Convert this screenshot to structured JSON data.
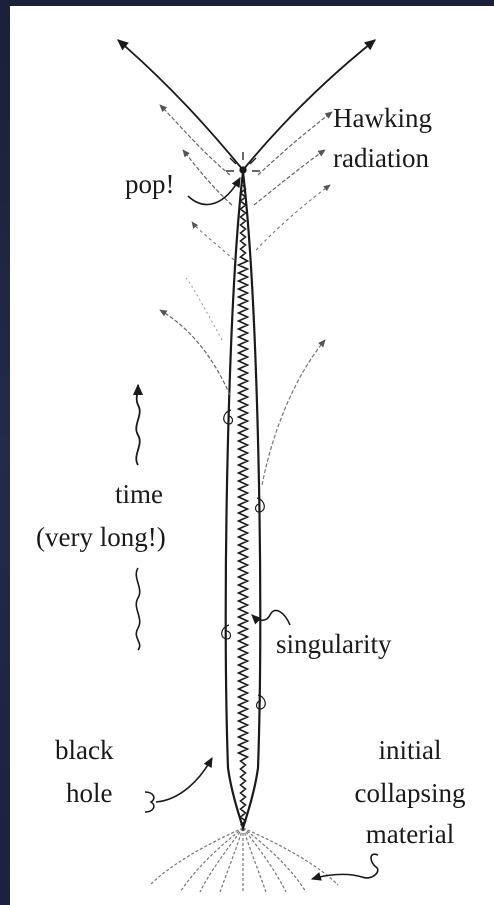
{
  "labels": {
    "hawking_line1": "Hawking",
    "hawking_line2": "radiation",
    "pop": "pop!",
    "time_line1": "time",
    "time_line2": "(very long!)",
    "singularity": "singularity",
    "black_line1": "black",
    "black_line2": "hole",
    "initial_line1": "initial",
    "initial_line2": "collapsing",
    "initial_line3": "material"
  },
  "colors": {
    "frame": "#1d2340",
    "paper": "#ffffff",
    "ink": "#1a1a1a",
    "faint": "#8a8a8a"
  }
}
